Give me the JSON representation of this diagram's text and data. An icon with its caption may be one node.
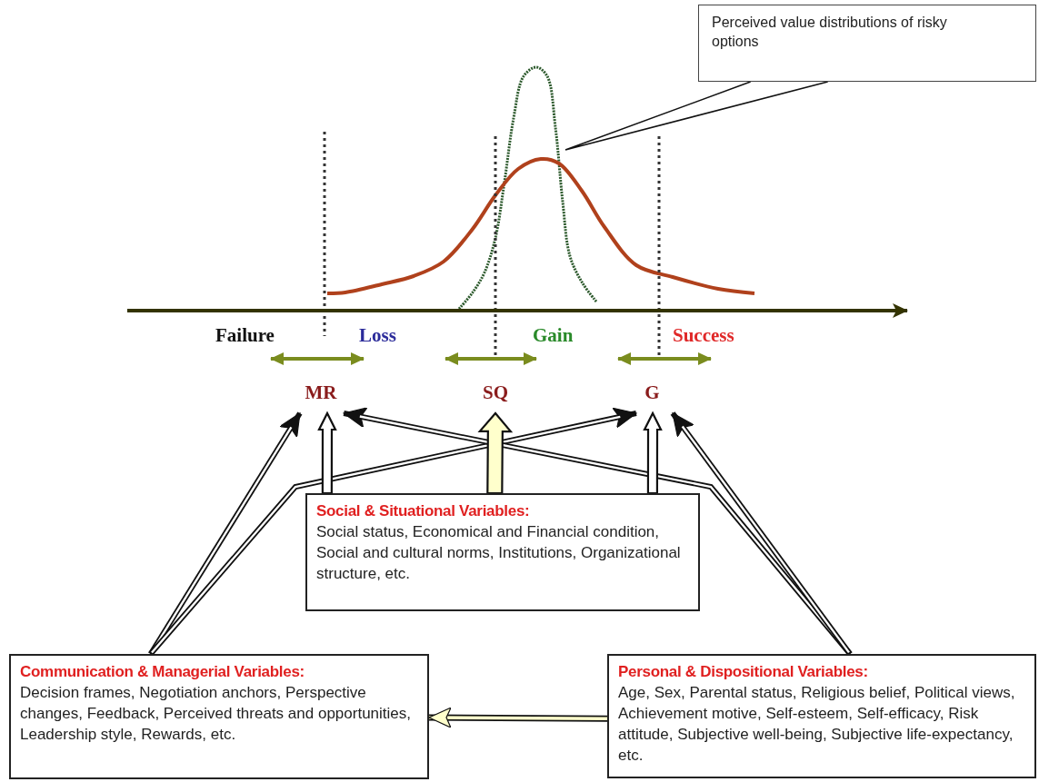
{
  "diagram": {
    "nodes": [
      {
        "text": [
          "Perceived value distributions of risky options"
        ]
      },
      {
        "text": [
          "MR"
        ]
      },
      {
        "text": [
          "SQ"
        ]
      },
      {
        "text": [
          "G"
        ]
      },
      {
        "text": [
          "Social & Situational Variables:",
          "Social status, Economical and Financial condition, Social and cultural norms, Institutions, Organizational structure, etc."
        ]
      },
      {
        "text": [
          "Communication & Managerial Variables:",
          "Decision frames, Negotiation anchors, Perspective changes, Feedback, Perceived threats and opportunities, Leadership style, Rewards, etc."
        ]
      },
      {
        "text": [
          "Personal & Dispositional Variables:",
          "Age, Sex, Parental status, Religious belief, Political views, Achievement motive, Self-esteem, Self-efficacy, Risk attitude, Subjective well-being, Subjective life-expectancy, etc."
        ]
      }
    ],
    "edges": [
      {
        "from": 5,
        "to": 1,
        "arrow": "to"
      },
      {
        "from": 5,
        "to": 3,
        "arrow": "to"
      },
      {
        "from": 6,
        "to": 1,
        "arrow": "to"
      },
      {
        "from": 6,
        "to": 3,
        "arrow": "to"
      },
      {
        "from": 4,
        "to": 1,
        "arrow": "to",
        "style": "thick"
      },
      {
        "from": 4,
        "to": 2,
        "arrow": "to",
        "style": "thick",
        "color": "#ffffcc"
      },
      {
        "from": 4,
        "to": 3,
        "arrow": "to",
        "style": "thick"
      },
      {
        "from": 6,
        "to": 5,
        "arrow": "to",
        "color": "#ffffcc"
      },
      {
        "from": 0,
        "to": null,
        "arrow": "none"
      }
    ],
    "labels": [
      "Failure",
      "Loss",
      "Gain",
      "Success"
    ]
  }
}
